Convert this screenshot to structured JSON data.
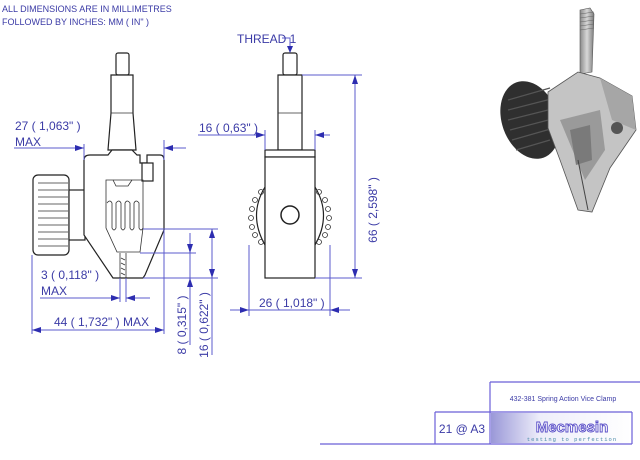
{
  "notes": {
    "line1": "ALL DIMENSIONS ARE IN MILLIMETRES",
    "line2": "FOLLOWED BY INCHES:    MM ( IN\" )"
  },
  "dimensions": {
    "thread": "THREAD 1",
    "width_max": "27 ( 1,063\" )",
    "width_max_suffix": "MAX",
    "side_top": "16 ( 0,63\" )",
    "height": "66 ( 2,598\" )",
    "side_width": "26 ( 1,018\" )",
    "jaw_gap": "3 ( 0,118\" )",
    "jaw_gap_suffix": "MAX",
    "overall_width": "44 ( 1,732\" ) MAX",
    "jaw_depth": "8 ( 0,315\" )",
    "jaw_height": "16 ( 0,622\" )"
  },
  "title_block": {
    "part_title": "432-381 Spring Action Vice Clamp",
    "scale": "21 @ A3",
    "logo_name": "Mecmesin",
    "logo_tagline": "testing to perfection"
  },
  "colors": {
    "annotation": "#3b3ba6",
    "title_block_line": "#6a5fd8",
    "logo": "#5a4fc8"
  }
}
